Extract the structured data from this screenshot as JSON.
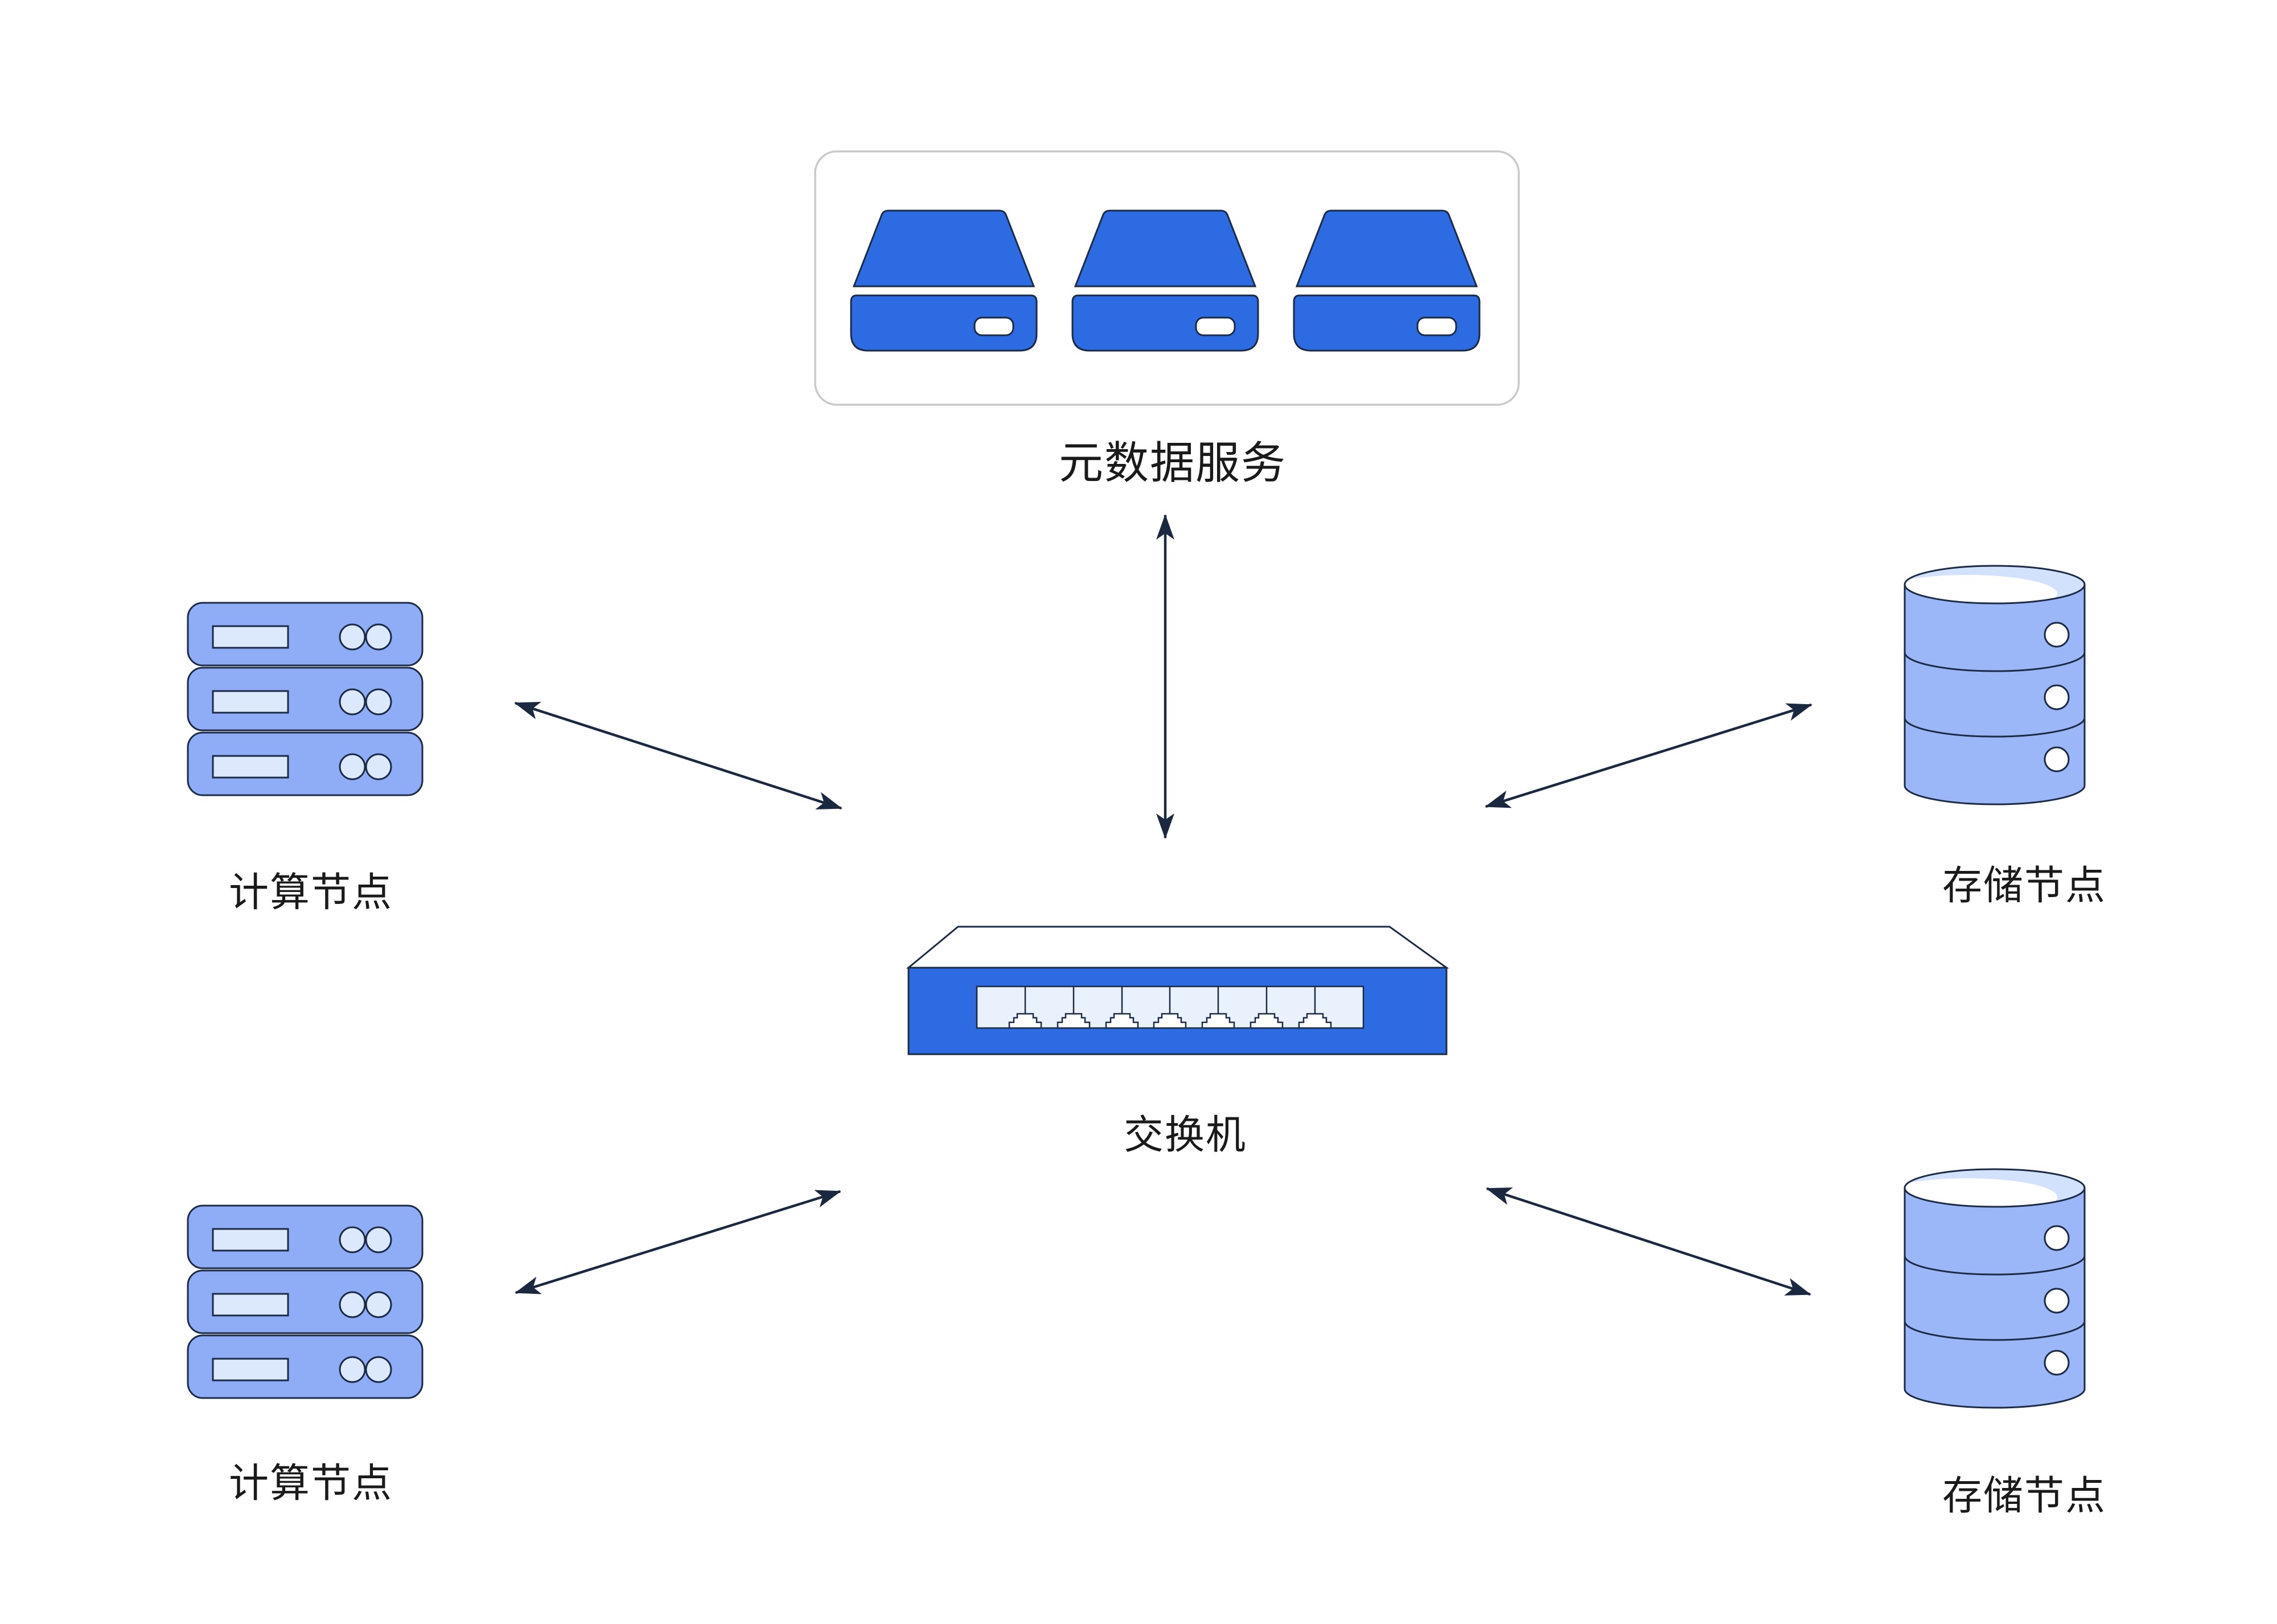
{
  "canvas": {
    "background": "#ffffff"
  },
  "colors": {
    "accent_blue": "#2d6be3",
    "rack_blue": "#8fadf6",
    "cylinder_blue": "#9bb7f8",
    "light_fill": "#dce9fd",
    "panel_fill": "#e9f1fd",
    "cylinder_highlight": "#d3e2fc",
    "outline_navy": "#1c2b45",
    "arrow_color": "#1b2940",
    "box_border_gray": "#c9c9c9",
    "label_color": "#1a1a1a",
    "white": "#ffffff"
  },
  "nodes": {
    "metadata": {
      "id": "metadata-service",
      "label": "元数据服务",
      "icon": "disk-array-icon",
      "drive_count": 3
    },
    "compute_top": {
      "id": "compute-node-top",
      "label": "计算节点",
      "icon": "server-rack-icon",
      "unit_count": 3
    },
    "storage_top": {
      "id": "storage-node-top",
      "label": "存储节点",
      "icon": "database-icon",
      "segment_count": 3
    },
    "switch": {
      "id": "switch",
      "label": "交换机",
      "icon": "network-switch-icon",
      "port_count": 7
    },
    "compute_bottom": {
      "id": "compute-node-bottom",
      "label": "计算节点",
      "icon": "server-rack-icon",
      "unit_count": 3
    },
    "storage_bottom": {
      "id": "storage-node-bottom",
      "label": "存储节点",
      "icon": "database-icon",
      "segment_count": 3
    }
  },
  "connections": [
    {
      "from": "metadata-service",
      "to": "switch",
      "type": "bidirectional-arrow"
    },
    {
      "from": "compute-node-top",
      "to": "switch",
      "type": "bidirectional-arrow"
    },
    {
      "from": "storage-node-top",
      "to": "switch",
      "type": "bidirectional-arrow"
    },
    {
      "from": "compute-node-bottom",
      "to": "switch",
      "type": "bidirectional-arrow"
    },
    {
      "from": "storage-node-bottom",
      "to": "switch",
      "type": "bidirectional-arrow"
    }
  ]
}
